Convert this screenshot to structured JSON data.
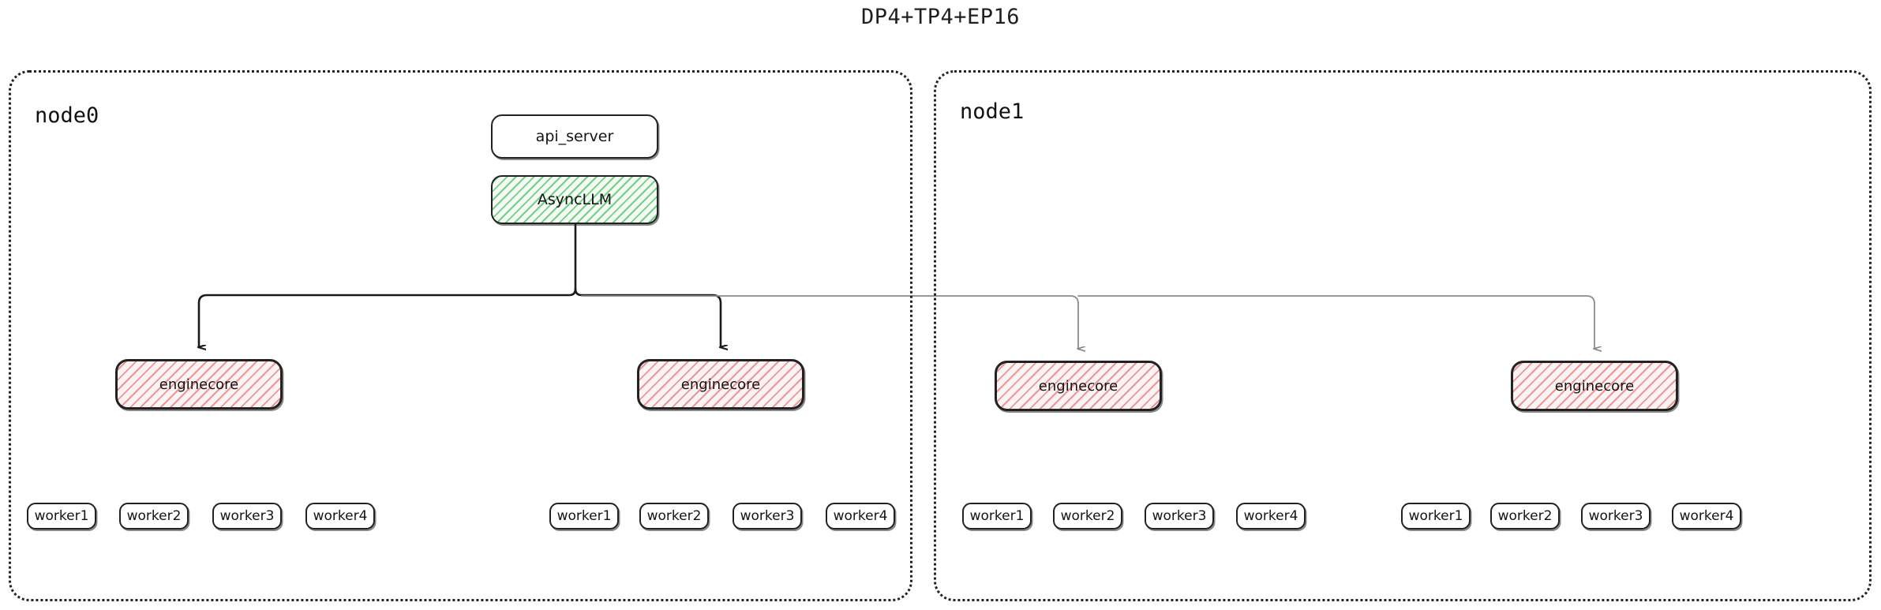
{
  "title": "DP4+TP4+EP16",
  "colors": {
    "engine_hatch": "#e98787",
    "engine_fill": "#fdf3f3",
    "async_hatch": "#6ecd7d",
    "async_fill": "#f4fbf5",
    "border": "#222222",
    "connector_primary": "#1a1a1a",
    "connector_secondary": "#8a8a8a",
    "text": "#141414",
    "background": "#ffffff"
  },
  "nodes": [
    {
      "id": "node0",
      "label": "node0",
      "has_api_server": true,
      "api_server": {
        "label": "api_server"
      },
      "async_llm": {
        "label": "AsyncLLM"
      },
      "enginecores": [
        {
          "label": "enginecore",
          "workers": [
            "worker1",
            "worker2",
            "worker3",
            "worker4"
          ]
        },
        {
          "label": "enginecore",
          "workers": [
            "worker1",
            "worker2",
            "worker3",
            "worker4"
          ]
        }
      ]
    },
    {
      "id": "node1",
      "label": "node1",
      "has_api_server": false,
      "enginecores": [
        {
          "label": "enginecore",
          "workers": [
            "worker1",
            "worker2",
            "worker3",
            "worker4"
          ]
        },
        {
          "label": "enginecore",
          "workers": [
            "worker1",
            "worker2",
            "worker3",
            "worker4"
          ]
        }
      ]
    }
  ]
}
